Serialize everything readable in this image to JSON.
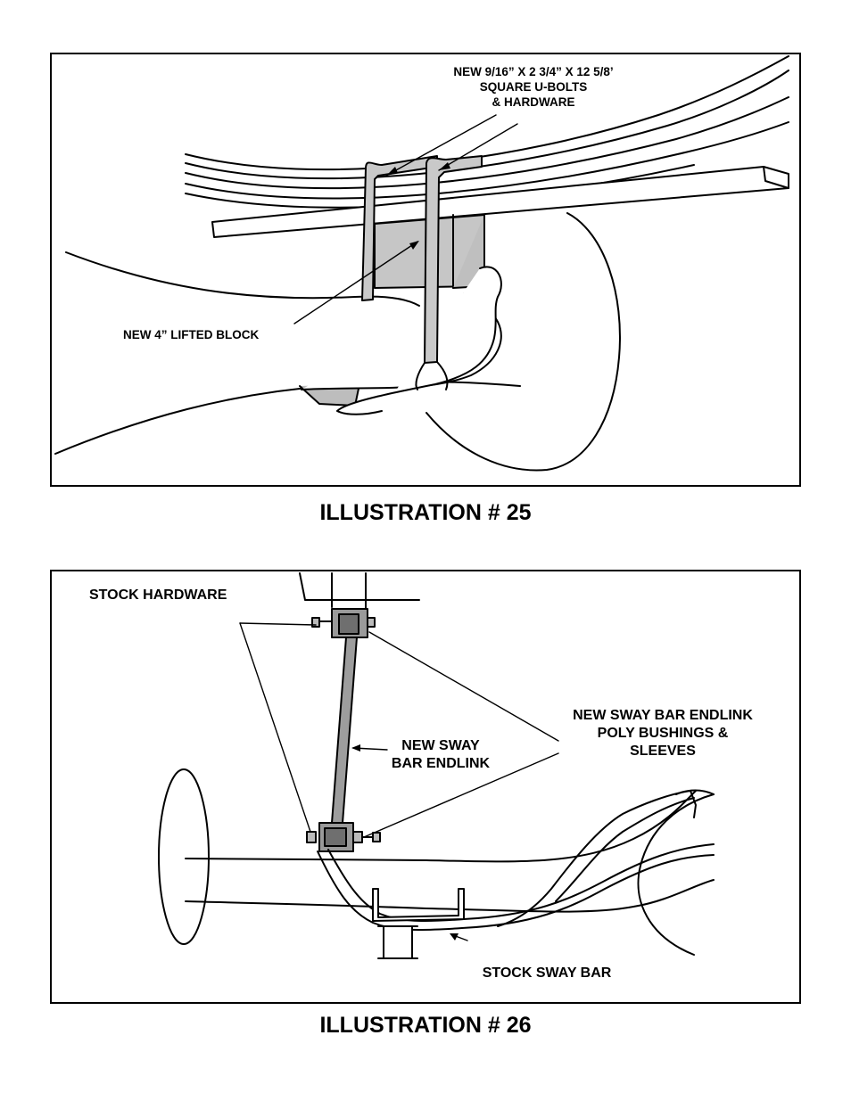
{
  "illustration25": {
    "caption": "ILLUSTRATION # 25",
    "labels": {
      "ubolts": "NEW 9/16” X 2 3/4” X 12 5/8’\nSQUARE U-BOLTS\n& HARDWARE",
      "block": "NEW 4” LIFTED BLOCK"
    }
  },
  "illustration26": {
    "caption": "ILLUSTRATION # 26",
    "labels": {
      "stock_hardware": "STOCK HARDWARE",
      "endlink": "NEW SWAY\nBAR ENDLINK",
      "bushings": "NEW SWAY BAR ENDLINK\nPOLY BUSHINGS &\nSLEEVES",
      "sway_bar": "STOCK SWAY BAR"
    }
  }
}
